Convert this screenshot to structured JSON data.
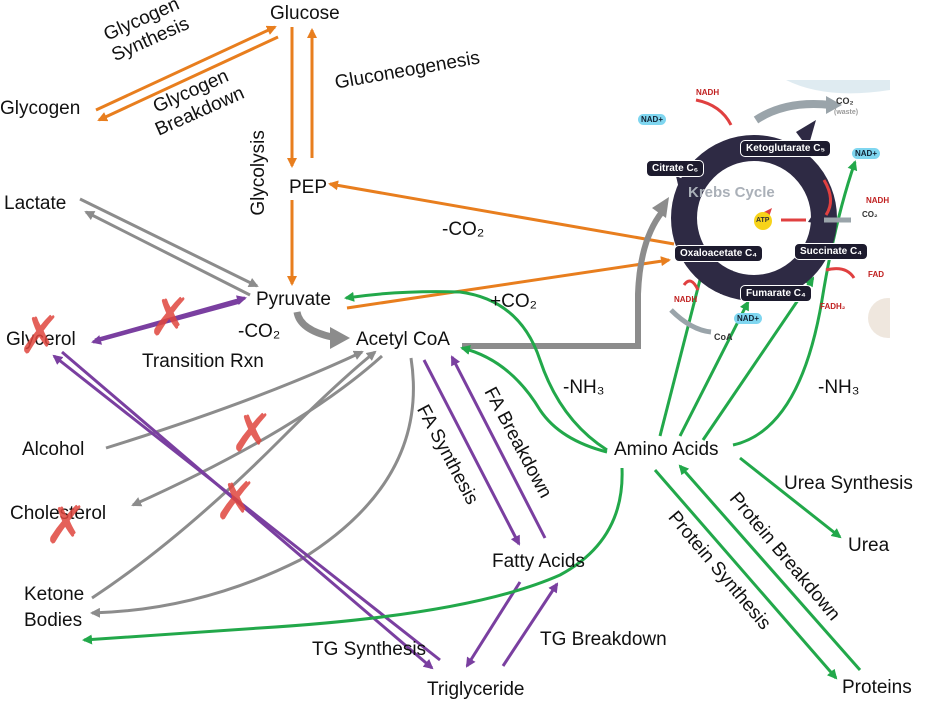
{
  "nodes": {
    "glucose": "Glucose",
    "glycogen": "Glycogen",
    "pep": "PEP",
    "lactate": "Lactate",
    "pyruvate": "Pyruvate",
    "glycerol": "Glycerol",
    "acetyl_coa": "Acetyl CoA",
    "alcohol": "Alcohol",
    "cholesterol": "Cholesterol",
    "ketone_bodies": "Ketone\nBodies",
    "fatty_acids": "Fatty Acids",
    "triglyceride": "Triglyceride",
    "amino_acids": "Amino Acids",
    "urea": "Urea",
    "proteins": "Proteins"
  },
  "processes": {
    "glycogen_synthesis": "Glycogen\nSynthesis",
    "glycogen_breakdown": "Glycogen\nBreakdown",
    "gluconeogenesis": "Gluconeogenesis",
    "glycolysis": "Glycolysis",
    "minus_co2_pep": "-CO₂",
    "plus_co2": "+CO₂",
    "minus_co2_transition": "-CO₂",
    "transition_rxn": "Transition Rxn",
    "minus_nh3_left": "-NH₃",
    "minus_nh3_right": "-NH₃",
    "fa_synthesis": "FA Synthesis",
    "fa_breakdown": "FA Breakdown",
    "tg_synthesis": "TG Synthesis",
    "tg_breakdown": "TG Breakdown",
    "urea_synthesis": "Urea Synthesis",
    "protein_synthesis": "Protein Synthesis",
    "protein_breakdown": "Protein Breakdown"
  },
  "krebs": {
    "title": "Krebs Cycle",
    "citrate": "Citrate C₆",
    "ketoglutarate": "Ketoglutarate C₅",
    "oxaloacetate": "Oxaloacetate C₄",
    "succinate": "Succinate C₄",
    "fumarate": "Fumarate C₄",
    "co2_waste": "CO₂",
    "waste": "(waste)",
    "co2": "CO₂",
    "nadh_top": "NADH",
    "nad_left": "NAD+",
    "nad_right": "NAD+",
    "nadh_right": "NADH",
    "atp": "ATP",
    "fad": "FAD",
    "fadh2": "FADH₂",
    "nadh_bottom": "NADH",
    "nad_bottom": "NAD+",
    "coa": "CoA"
  },
  "colors": {
    "orange": "#e87e1e",
    "gray": "#8c8c8c",
    "purple": "#7a3fa0",
    "green": "#22a84a",
    "red_x": "#e0463e",
    "krebs_box": "#1d1b2e"
  }
}
